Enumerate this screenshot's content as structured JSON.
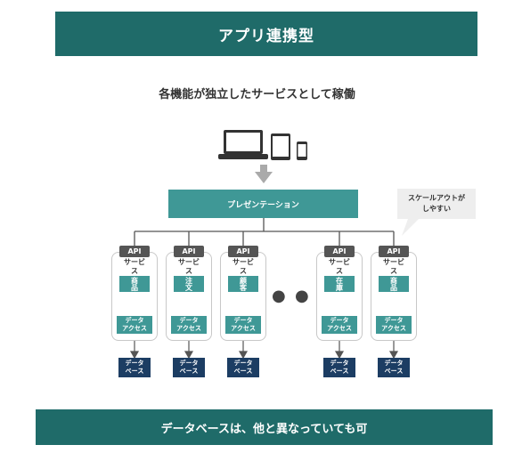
{
  "header": {
    "title": "アプリ連携型"
  },
  "subtitle": "各機能が独立したサービスとして稼働",
  "devices": [
    "laptop-icon",
    "tablet-icon",
    "smartphone-icon"
  ],
  "presentation": {
    "label": "プレゼンテーション"
  },
  "callout": {
    "line1": "スケールアウトが",
    "line2": "しやすい"
  },
  "services": [
    {
      "api": "API",
      "label1": "サービ",
      "label2": "ス",
      "name": "商品",
      "access1": "データ",
      "access2": "アクセス",
      "db1": "データ",
      "db2": "ベース"
    },
    {
      "api": "API",
      "label1": "サービ",
      "label2": "ス",
      "name": "注文",
      "access1": "データ",
      "access2": "アクセス",
      "db1": "データ",
      "db2": "ベース"
    },
    {
      "api": "API",
      "label1": "サービ",
      "label2": "ス",
      "name": "顧客",
      "access1": "データ",
      "access2": "アクセス",
      "db1": "データ",
      "db2": "ベース"
    },
    {
      "api": "API",
      "label1": "サービ",
      "label2": "ス",
      "name": "在庫",
      "access1": "データ",
      "access2": "アクセス",
      "db1": "データ",
      "db2": "ベース"
    },
    {
      "api": "API",
      "label1": "サービ",
      "label2": "ス",
      "name": "商品",
      "access1": "データ",
      "access2": "アクセス",
      "db1": "データ",
      "db2": "ベース"
    }
  ],
  "ellipsis": "● ● ● ●",
  "footer": {
    "text": "データベースは、他と異なっていても可"
  },
  "colors": {
    "banner": "#1f6b69",
    "teal": "#3f9896",
    "db": "#1c3d63",
    "api": "#555555"
  }
}
